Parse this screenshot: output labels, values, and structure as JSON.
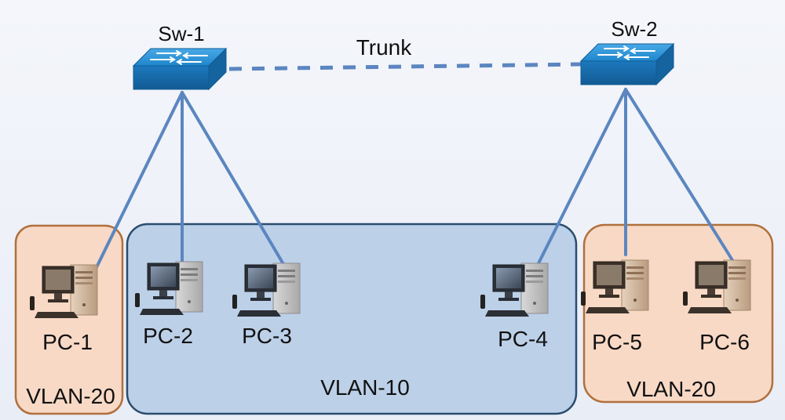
{
  "switches": {
    "sw1": {
      "label": "Sw-1"
    },
    "sw2": {
      "label": "Sw-2"
    }
  },
  "trunk": {
    "label": "Trunk"
  },
  "pcs": {
    "pc1": {
      "label": "PC-1"
    },
    "pc2": {
      "label": "PC-2"
    },
    "pc3": {
      "label": "PC-3"
    },
    "pc4": {
      "label": "PC-4"
    },
    "pc5": {
      "label": "PC-5"
    },
    "pc6": {
      "label": "PC-6"
    }
  },
  "vlans": {
    "left": {
      "label": "VLAN-20"
    },
    "middle": {
      "label": "VLAN-10"
    },
    "right": {
      "label": "VLAN-20"
    }
  },
  "colors": {
    "vlan10_fill": "#bcd0e8",
    "vlan10_border": "#2b4d6e",
    "vlan20_fill": "#f8d9c5",
    "vlan20_border": "#b0703e",
    "link": "#5b86c0",
    "switch_body": "#1e7fc4"
  }
}
